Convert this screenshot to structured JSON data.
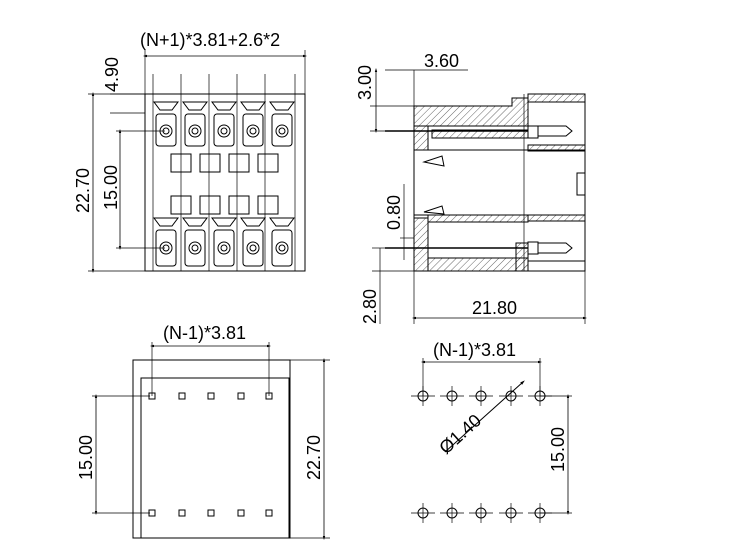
{
  "drawing": {
    "front_view": {
      "dim_pitch_total": "(N+1)*3.81+2.6*2",
      "dim_top_offset": "4.90",
      "dim_height": "22.70",
      "dim_row_spacing": "15.00",
      "pin_count_per_row": 5
    },
    "side_view": {
      "dim_top": "3.00",
      "dim_pin_length": "3.60",
      "dim_pin_gap": "0.80",
      "dim_bottom": "2.80",
      "dim_length": "21.80"
    },
    "bottom_view": {
      "dim_pitch": "(N-1)*3.81",
      "dim_row_spacing": "15.00",
      "dim_height": "22.70"
    },
    "pcb_layout": {
      "dim_pitch": "(N-1)*3.81",
      "dim_hole": "Ø1.40",
      "dim_row_spacing": "15.00"
    }
  }
}
